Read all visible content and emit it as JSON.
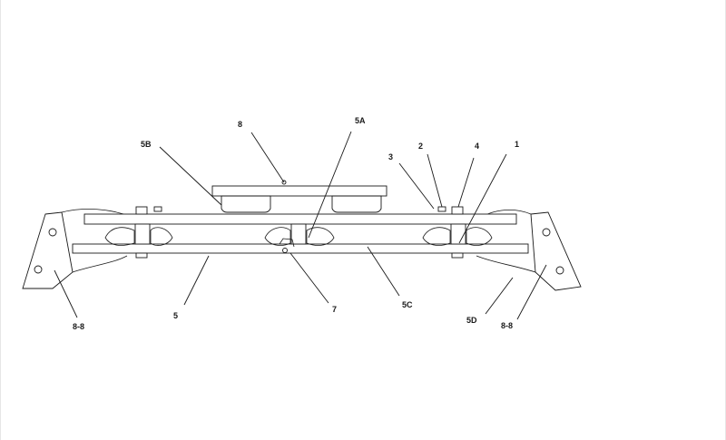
{
  "diagram": {
    "callouts": {
      "c8": "8",
      "c5a": "5A",
      "c5b": "5B",
      "c2": "2",
      "c4": "4",
      "c1": "1",
      "c3": "3",
      "c5": "5",
      "c7": "7",
      "c5c": "5C",
      "c5d": "5D",
      "c88_left": "8-8",
      "c88_right": "8-8"
    }
  }
}
